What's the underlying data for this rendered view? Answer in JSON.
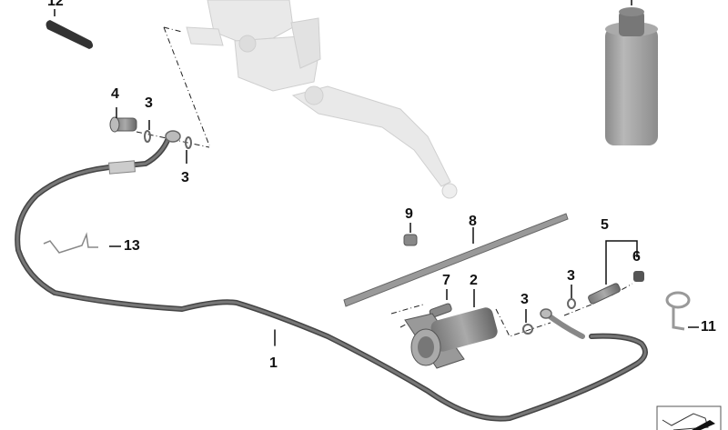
{
  "diagram": {
    "type": "exploded-parts-diagram",
    "subject": "Clutch hydraulic line assembly",
    "parts": [
      {
        "ref": "1",
        "name": "hydraulic-hose-line"
      },
      {
        "ref": "2",
        "name": "slave-cylinder"
      },
      {
        "ref": "3",
        "name": "sealing-ring"
      },
      {
        "ref": "4",
        "name": "banjo-bolt"
      },
      {
        "ref": "5",
        "name": "bleeder-valve-assembly"
      },
      {
        "ref": "6",
        "name": "dust-cap"
      },
      {
        "ref": "7",
        "name": "screw"
      },
      {
        "ref": "8",
        "name": "push-rod"
      },
      {
        "ref": "9",
        "name": "sleeve"
      },
      {
        "ref": "11",
        "name": "hose-clamp"
      },
      {
        "ref": "12",
        "name": "strap"
      },
      {
        "ref": "13",
        "name": "wire-clip"
      }
    ],
    "labels": {
      "l12": "12",
      "l4": "4",
      "l3a": "3",
      "l3b": "3",
      "l9": "9",
      "l8": "8",
      "l5": "5",
      "l6": "6",
      "l7": "7",
      "l2": "2",
      "l3c": "3",
      "l3d": "3",
      "l13": "13",
      "l11": "11",
      "l1": "1"
    }
  }
}
